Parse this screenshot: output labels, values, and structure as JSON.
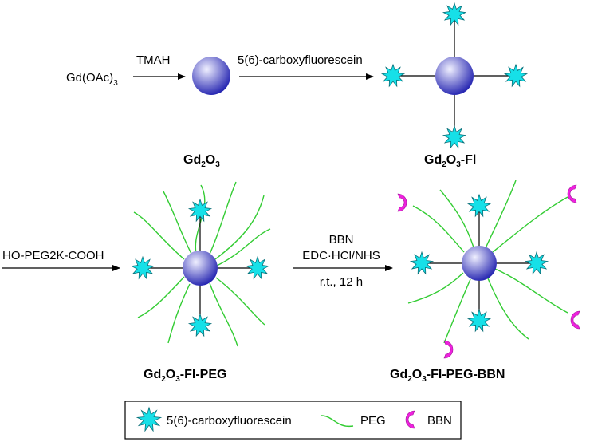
{
  "colors": {
    "fluorescein": "#16e0e8",
    "fluorescein_stroke": "#0a6f78",
    "peg": "#33cc33",
    "bbn": "#ee22dd",
    "bbn_stroke": "#a0109a",
    "particle_light": "#f0f0ff",
    "particle_dark": "#2323b0",
    "line": "#000000"
  },
  "icons": {
    "nanoparticle": "sphere",
    "fluorescein": "cyan-star",
    "peg": "green-curve",
    "bbn": "magenta-crescent"
  },
  "steps": {
    "reagent_1_main": "Gd(OAc)",
    "reagent_1_sub": "3",
    "arrow_1_label": "TMAH",
    "arrow_2_label": "5(6)-carboxyfluorescein",
    "arrow_3_label": "HO-PEG2K-COOH",
    "arrow_4_line1": "BBN",
    "arrow_4_line2": "EDC·HCl/NHS",
    "arrow_4_line3": "r.t., 12 h"
  },
  "products": {
    "p1": {
      "main": "Gd",
      "sub1": "2",
      "mid": "O",
      "sub2": "3",
      "suffix": ""
    },
    "p2": {
      "main": "Gd",
      "sub1": "2",
      "mid": "O",
      "sub2": "3",
      "suffix": "-Fl"
    },
    "p3": {
      "main": "Gd",
      "sub1": "2",
      "mid": "O",
      "sub2": "3",
      "suffix": "-Fl-PEG"
    },
    "p4": {
      "main": "Gd",
      "sub1": "2",
      "mid": "O",
      "sub2": "3",
      "suffix": "-Fl-PEG-BBN"
    }
  },
  "legend": {
    "fluorescein": "5(6)-carboxyfluorescein",
    "peg": "PEG",
    "bbn": "BBN"
  }
}
